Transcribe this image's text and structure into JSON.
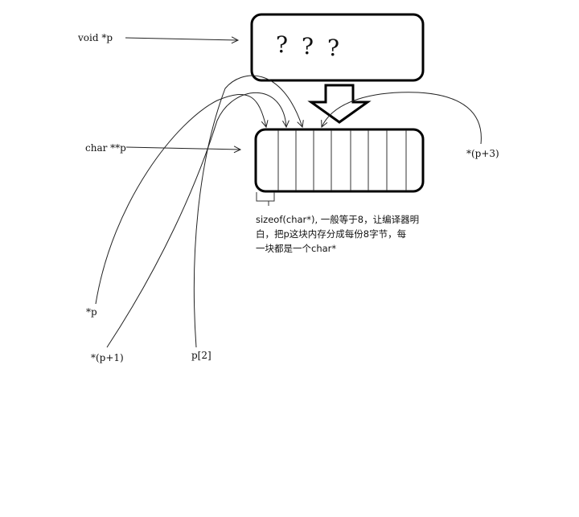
{
  "labels": {
    "void_ptr": "void *p",
    "char_pp": "char **p",
    "deref_p": "*p",
    "deref_p1": "*(p+1)",
    "p2": "p[2]",
    "deref_p3": "*(p+3)"
  },
  "unknown_glyph": "?",
  "note": {
    "line1": "sizeof(char*), 一般等于8，让编译器明",
    "line2": "白，把p这块内存分成每份8字节，每",
    "line3": "一块都是一个char*"
  }
}
